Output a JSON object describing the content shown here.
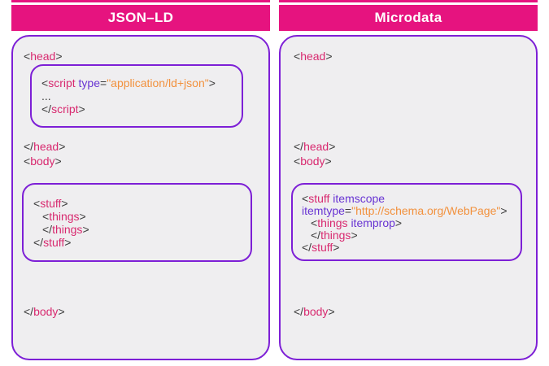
{
  "colors": {
    "header_bg": "#E6137F",
    "box_bg": "#EFEEF0",
    "border_purple": "#7D1FD6",
    "tag_pink": "#D8296F",
    "attr_purple": "#6935D3",
    "string_orange": "#F2913D",
    "plain_dark": "#3C3C3C"
  },
  "left": {
    "title": "JSON–LD",
    "head_open": [
      {
        "t": "<",
        "c": "d"
      },
      {
        "t": "head",
        "c": "p"
      },
      {
        "t": ">",
        "c": "d"
      }
    ],
    "script_box_lines": [
      [
        {
          "t": "<",
          "c": "d"
        },
        {
          "t": "script",
          "c": "p"
        },
        {
          "t": " ",
          "c": "d"
        },
        {
          "t": "type",
          "c": "v"
        },
        {
          "t": "=",
          "c": "d"
        },
        {
          "t": "\"application/ld+json\"",
          "c": "o"
        },
        {
          "t": ">",
          "c": "d"
        }
      ],
      [
        {
          "t": "...",
          "c": "d"
        }
      ],
      [
        {
          "t": "</",
          "c": "d"
        },
        {
          "t": "script",
          "c": "p"
        },
        {
          "t": ">",
          "c": "d"
        }
      ]
    ],
    "head_close": [
      {
        "t": "</",
        "c": "d"
      },
      {
        "t": "head",
        "c": "p"
      },
      {
        "t": ">",
        "c": "d"
      }
    ],
    "body_open": [
      {
        "t": "<",
        "c": "d"
      },
      {
        "t": "body",
        "c": "p"
      },
      {
        "t": ">",
        "c": "d"
      }
    ],
    "stuff_box_lines": [
      [
        {
          "t": "<",
          "c": "d"
        },
        {
          "t": "stuff",
          "c": "p"
        },
        {
          "t": ">",
          "c": "d"
        }
      ],
      [
        {
          "t": "<",
          "c": "d"
        },
        {
          "t": "things",
          "c": "p"
        },
        {
          "t": ">",
          "c": "d"
        }
      ],
      [
        {
          "t": "</",
          "c": "d"
        },
        {
          "t": "things",
          "c": "p"
        },
        {
          "t": ">",
          "c": "d"
        }
      ],
      [
        {
          "t": "</",
          "c": "d"
        },
        {
          "t": "stuff",
          "c": "p"
        },
        {
          "t": ">",
          "c": "d"
        }
      ]
    ],
    "body_close": [
      {
        "t": "</",
        "c": "d"
      },
      {
        "t": "body",
        "c": "p"
      },
      {
        "t": ">",
        "c": "d"
      }
    ]
  },
  "right": {
    "title": "Microdata",
    "head_open": [
      {
        "t": "<",
        "c": "d"
      },
      {
        "t": "head",
        "c": "p"
      },
      {
        "t": ">",
        "c": "d"
      }
    ],
    "head_close": [
      {
        "t": "</",
        "c": "d"
      },
      {
        "t": "head",
        "c": "p"
      },
      {
        "t": ">",
        "c": "d"
      }
    ],
    "body_open": [
      {
        "t": "<",
        "c": "d"
      },
      {
        "t": "body",
        "c": "p"
      },
      {
        "t": ">",
        "c": "d"
      }
    ],
    "stuff_box_lines": [
      [
        {
          "t": "<",
          "c": "d"
        },
        {
          "t": "stuff",
          "c": "p"
        },
        {
          "t": " ",
          "c": "d"
        },
        {
          "t": "itemscope",
          "c": "v"
        }
      ],
      [
        {
          "t": "itemtype",
          "c": "v"
        },
        {
          "t": "=",
          "c": "d"
        },
        {
          "t": "\"http://schema.org/WebPage\"",
          "c": "o"
        },
        {
          "t": ">",
          "c": "d"
        }
      ],
      [
        {
          "t": "<",
          "c": "d"
        },
        {
          "t": "things",
          "c": "p"
        },
        {
          "t": " ",
          "c": "d"
        },
        {
          "t": "itemprop",
          "c": "v"
        },
        {
          "t": ">",
          "c": "d"
        }
      ],
      [
        {
          "t": "</",
          "c": "d"
        },
        {
          "t": "things",
          "c": "p"
        },
        {
          "t": ">",
          "c": "d"
        }
      ],
      [
        {
          "t": "</",
          "c": "d"
        },
        {
          "t": "stuff",
          "c": "p"
        },
        {
          "t": ">",
          "c": "d"
        }
      ]
    ],
    "body_close": [
      {
        "t": "</",
        "c": "d"
      },
      {
        "t": "body",
        "c": "p"
      },
      {
        "t": ">",
        "c": "d"
      }
    ]
  }
}
